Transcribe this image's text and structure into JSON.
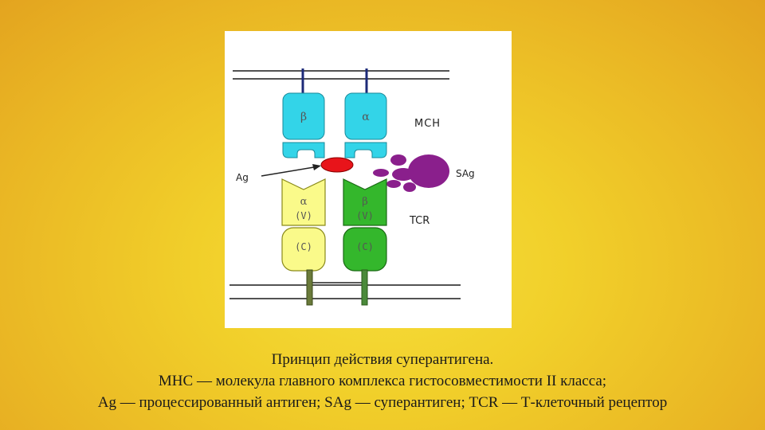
{
  "diagram": {
    "labels": {
      "mhc": "MCH",
      "antigen": "Ag",
      "superantigen": "SAg",
      "tcr": "TCR"
    },
    "mhc_chains": {
      "beta": "β",
      "alpha": "α"
    },
    "tcr_chains": {
      "alpha_variable": {
        "symbol": "α",
        "domain": "(V)"
      },
      "alpha_constant": {
        "domain": "(C)"
      },
      "beta_variable": {
        "symbol": "β",
        "domain": "(V)"
      },
      "beta_constant": {
        "domain": "(C)"
      }
    },
    "colors": {
      "mhc": "#33d4e8",
      "antigen": "#e8141a",
      "superantigen": "#8a1f8c",
      "tcr_alpha": "#fafa8a",
      "tcr_beta": "#34b72c",
      "membrane": "#1a1a1a",
      "stem": "#1c2a78"
    }
  },
  "caption": {
    "line1": "Принцип действия суперантигена.",
    "line2": "MHC — молекула главного комплекса гистосовместимости II класса;",
    "line3": "Ag — процессированный антиген; SAg — суперантиген; TCR — Т-клеточный рецептор"
  }
}
